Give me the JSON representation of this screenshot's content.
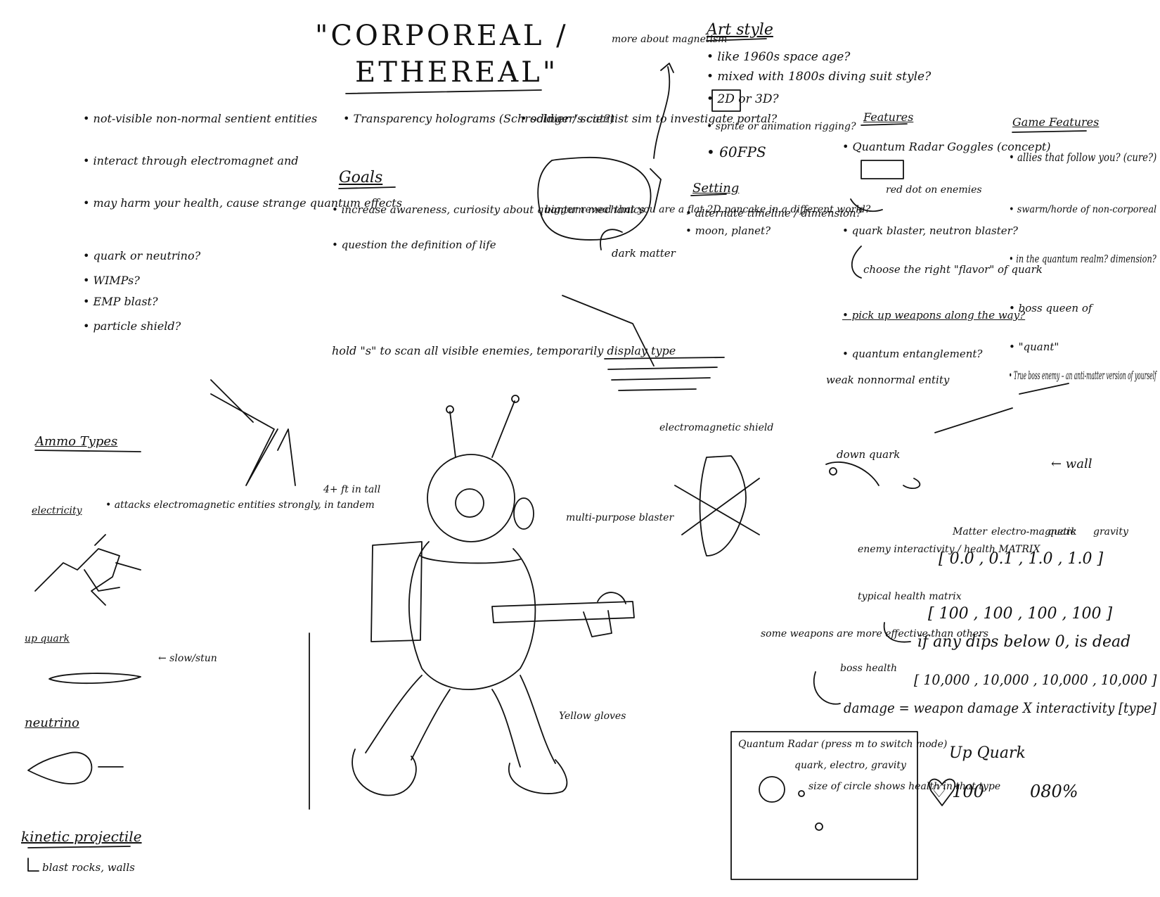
{
  "title": {
    "line1": "\"CORPOREAL /",
    "line2": "ETHEREAL\""
  },
  "notes": {
    "intro": [
      "• not-visible non-normal sentient entities",
      "• interact through electromagnet and",
      "• may harm your health, cause strange quantum effects",
      "• quark or neutrino?",
      "• WIMPs?",
      "• EMP blast?",
      "• particle shield?"
    ],
    "transparency": "• Transparency holograms (Schrodinger's cat?)",
    "goals_heading": "Goals",
    "goals": [
      "• increase awareness, curiosity about quantum mechanics",
      "• question the definition of life"
    ],
    "soldier": "• soldier / scientist sim to investigate portal?",
    "pancake": "bigger reveal that you are a flat 2D pancake in a different world?",
    "dark_matter": "dark matter",
    "magnetism": "more about magnetism",
    "hold_scan": "hold \"s\" to scan all visible enemies, temporarily display type",
    "shield": "electromagnetic shield",
    "blaster": "multi-purpose blaster",
    "yellow_gloves": "Yellow gloves",
    "tall": "4+ ft in tall",
    "down_quark": "down quark",
    "wall": "← wall",
    "weak": "weak nonnormal entity"
  },
  "art_style": {
    "heading": "Art style",
    "items": [
      "• like 1960s space age?",
      "• mixed with 1800s diving suit style?",
      "• 2D or 3D?",
      "• sprite or animation rigging?",
      "• 60FPS"
    ]
  },
  "setting": {
    "heading": "Setting",
    "items": [
      "• alternate timeline / dimension?",
      "• moon, planet?"
    ]
  },
  "features": {
    "heading": "Features",
    "items": [
      "• Quantum Radar Goggles (concept)",
      "red dot on enemies",
      "• quark blaster, neutron blaster?",
      "choose the right \"flavor\" of quark",
      "• pick up weapons along the way?",
      "• quantum entanglement?"
    ]
  },
  "game_features": {
    "heading": "Game Features",
    "items": [
      "• allies that follow you? (cure?)",
      "• swarm/horde of non-corporeal",
      "• in the quantum realm? dimension?",
      "• boss queen of",
      "• \"quant\"",
      "• True boss enemy – an anti-matter version of yourself"
    ]
  },
  "ammo": {
    "heading": "Ammo Types",
    "electricity": "electricity",
    "electricity_note": "• attacks electromagnetic entities strongly, in tandem",
    "quark": "up quark",
    "slow": "← slow/stun",
    "neutrino": "neutrino",
    "kinetic": "kinetic projectile",
    "kinetic_note": "blast rocks, walls"
  },
  "matrix": {
    "headers": [
      "Matter",
      "electro-magnetic",
      "quark",
      "gravity"
    ],
    "interactivity_label": "enemy interactivity / health MATRIX",
    "interactivity_values": "[ 0.0 , 0.1 , 1.0 , 1.0 ]",
    "typical_label": "typical health matrix",
    "typical_values": "[ 100 , 100 , 100 , 100 ]",
    "dead_note": "if any dips below 0, is dead",
    "weapons_note": "some weapons are more effective than others",
    "boss_label": "boss health",
    "boss_values": "[ 10,000 , 10,000 , 10,000 , 10,000 ]",
    "damage": "damage = weapon damage X interactivity [type]"
  },
  "radar_box": {
    "title": "Quantum Radar (press m to switch mode)",
    "modes": "quark, electro, gravity",
    "note": "size of circle shows health in that type"
  },
  "hud": {
    "label": "Up Quark",
    "health": "♡ 100",
    "percent": "080%"
  }
}
